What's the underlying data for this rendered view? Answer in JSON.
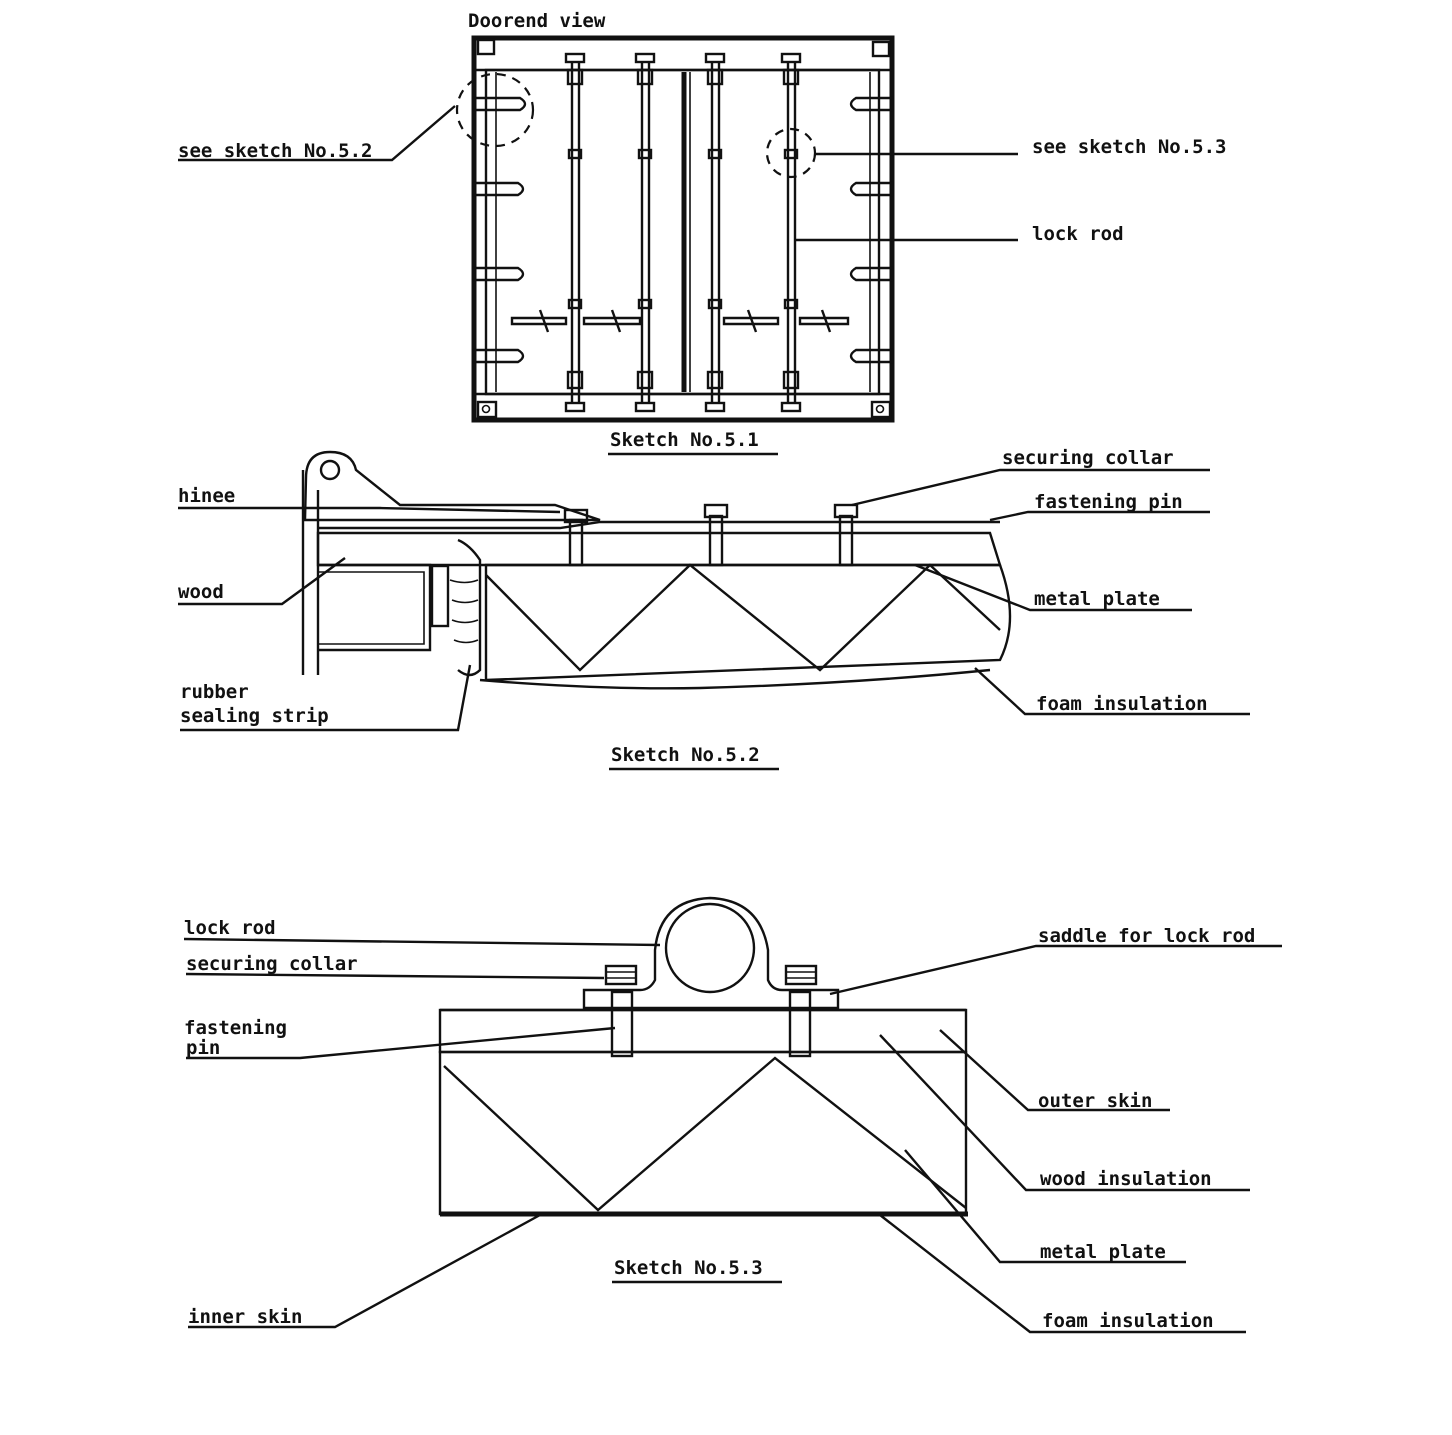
{
  "sketch_5_1": {
    "title": "Doorend view",
    "caption": "Sketch No.5.1",
    "labels": {
      "see_5_2": "see sketch No.5.2",
      "see_5_3": "see sketch No.5.3",
      "lock_rod": "lock rod"
    }
  },
  "sketch_5_2": {
    "caption": "Sketch No.5.2",
    "labels": {
      "hinge": "hinee",
      "wood": "wood",
      "rubber_1": "rubber",
      "rubber_2": "sealing strip",
      "securing_collar": "securing collar",
      "fastening_pin": "fastening pin",
      "metal_plate": "metal plate",
      "foam_insulation": "foam insulation"
    }
  },
  "sketch_5_3": {
    "caption": "Sketch No.5.3",
    "labels": {
      "lock_rod": "lock rod",
      "securing_collar": "securing collar",
      "fastening_1": "fastening",
      "fastening_2": "pin",
      "saddle": "saddle for lock rod",
      "outer_skin": "outer skin",
      "wood_insulation": "wood insulation",
      "metal_plate": "metal plate",
      "foam_insulation": "foam insulation",
      "inner_skin": "inner skin"
    }
  }
}
